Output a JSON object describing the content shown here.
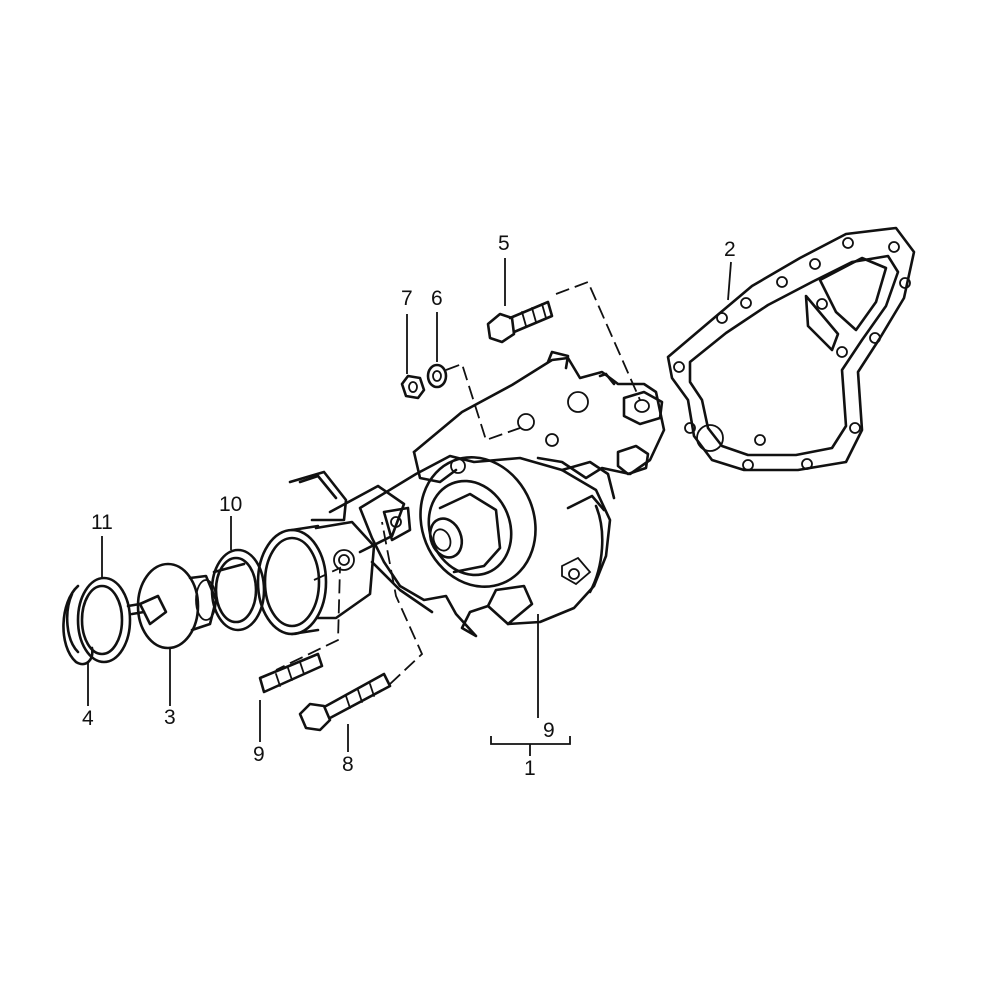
{
  "callouts": [
    {
      "id": "c1",
      "text": "1"
    },
    {
      "id": "c2",
      "text": "2"
    },
    {
      "id": "c3",
      "text": "3"
    },
    {
      "id": "c4",
      "text": "4"
    },
    {
      "id": "c5",
      "text": "5"
    },
    {
      "id": "c6",
      "text": "6"
    },
    {
      "id": "c7",
      "text": "7"
    },
    {
      "id": "c8",
      "text": "8"
    },
    {
      "id": "c9a",
      "text": "9"
    },
    {
      "id": "c9b",
      "text": "9"
    },
    {
      "id": "c10",
      "text": "10"
    },
    {
      "id": "c11",
      "text": "11"
    }
  ]
}
